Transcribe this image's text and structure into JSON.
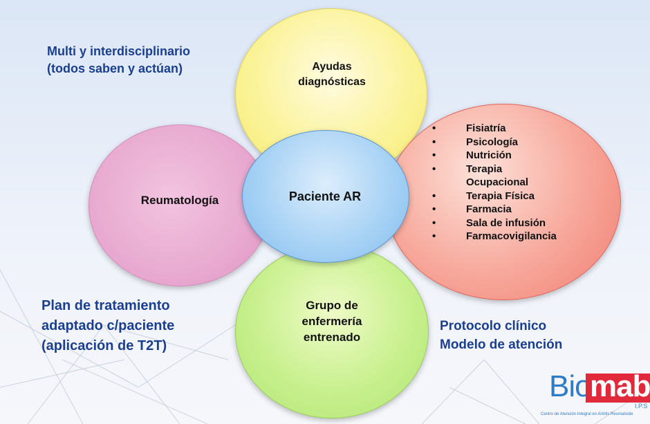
{
  "circles": {
    "top": "Ayudas diagnósticas",
    "top_lines": [
      "Ayudas",
      "diagnósticas"
    ],
    "left": "Reumatología",
    "center": "Paciente AR",
    "bottom_lines": [
      "Grupo de",
      "enfermería",
      "entrenado"
    ]
  },
  "services": {
    "bullet": "•",
    "items": [
      "Fisiatría",
      "Psicología",
      "Nutrición",
      "Terapia",
      "Ocupacional",
      "Terapia Física",
      "Farmacia",
      "Sala de infusión",
      "Farmacovigilancia"
    ]
  },
  "annotations": {
    "top_left": [
      "Multi y interdisciplinario",
      "(todos saben y actúan)"
    ],
    "bottom_left": [
      "Plan de tratamiento",
      "adaptado c/paciente",
      "(aplicación de T2T)"
    ],
    "bottom_right": [
      "Protocolo clínico",
      "Modelo de atención"
    ]
  },
  "logo": {
    "bio": "Bio",
    "mab": "mab",
    "ips": "I.P.S",
    "tagline": "Centro de Atención Integral en Artritis Reumatoide"
  },
  "colors": {
    "annotation_text": "#1b3f8f",
    "top_circle": "#fbf39a",
    "left_circle": "#e8a9d0",
    "right_circle": "#f7a79a",
    "bottom_circle": "#c8f08e",
    "center_circle": "#a9d3f5",
    "logo_blue": "#2f7cc6",
    "logo_red": "#e0293a"
  }
}
